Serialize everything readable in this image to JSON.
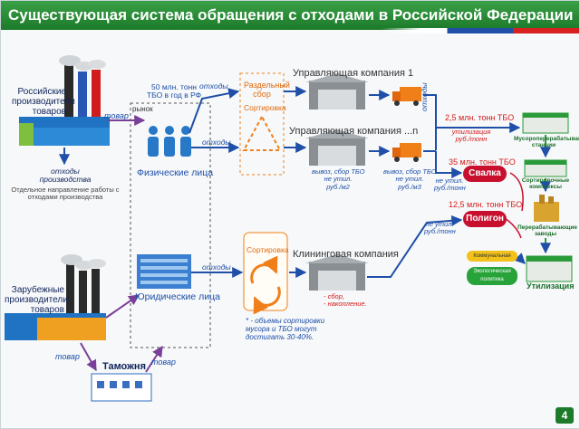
{
  "header": {
    "title": "Существующая система обращения с отходами в Российской Федерации",
    "page_number": "4"
  },
  "ru_producers": {
    "label": "Российские производители товаров",
    "waste_label": "отходы производства",
    "waste_note": "Отдельное направление работы с отходами производства"
  },
  "foreign_producers": {
    "label": "Зарубежные производители товаров"
  },
  "customs": {
    "label": "Таможня"
  },
  "market": {
    "label": "рынок"
  },
  "goods": {
    "label_ru": "товар",
    "label_foreign": "товар",
    "label_customs": "товар"
  },
  "individuals": {
    "label": "Физические лица",
    "volume": "50 млн. тонн ТБО в год в РФ"
  },
  "legal_entities": {
    "label": "Юридические лица"
  },
  "waste_labels": {
    "to_separate": "отходы",
    "to_company_n": "отходы",
    "legal": "отходы",
    "vertical": "отходы"
  },
  "separate_collection": {
    "label": "Раздельный сбор",
    "sorting": "Сортировка"
  },
  "sorting_legal": {
    "label": "Сортировка"
  },
  "companies": {
    "company1": "Управляющая компания 1",
    "companyN": "Управляющая компания ...n",
    "cleaning": "Клининговая компания"
  },
  "company_notes": {
    "collection": "вывоз, сбор ТБО",
    "not_used": "не утил.",
    "rub_m2": "руб./м2",
    "rub_m3": "руб./м3",
    "cleaning_collect": "- сбор,",
    "cleaning_accumulate": "- накопление."
  },
  "flows": {
    "util_25": "2,5 млн. тонн ТБО",
    "util_label": "утилизация",
    "util_unit": "руб./тонн",
    "dump_35": "35 млн. тонн ТБО",
    "not_used": "не утил.",
    "dump_unit": "руб./тонн",
    "landfill_125": "12,5 млн. тонн ТБО",
    "landfill_not_used": "не утил.",
    "landfill_unit": "руб./тонн"
  },
  "destinations": {
    "dump": "Свалка",
    "landfill": "Полигон"
  },
  "plants": {
    "recycling": "Мусороперерабатывающие станции",
    "sorting": "Сортировочные комплексы",
    "processing": "Перерабатывающие заводы",
    "utilization": "Утилизация"
  },
  "policy": {
    "communal": "Коммунальная",
    "ecological": "Экологическая политика"
  },
  "footnote": "* - объемы сортировки мусора и ТБО могут достигать 30-40%.",
  "colors": {
    "header": "#2e8b3a",
    "arrow": "#1f4fa8",
    "goods_arrow": "#7a3f98",
    "dump": "#c8102e",
    "orange": "#f07f1a",
    "green_pill": "#27a33a"
  }
}
